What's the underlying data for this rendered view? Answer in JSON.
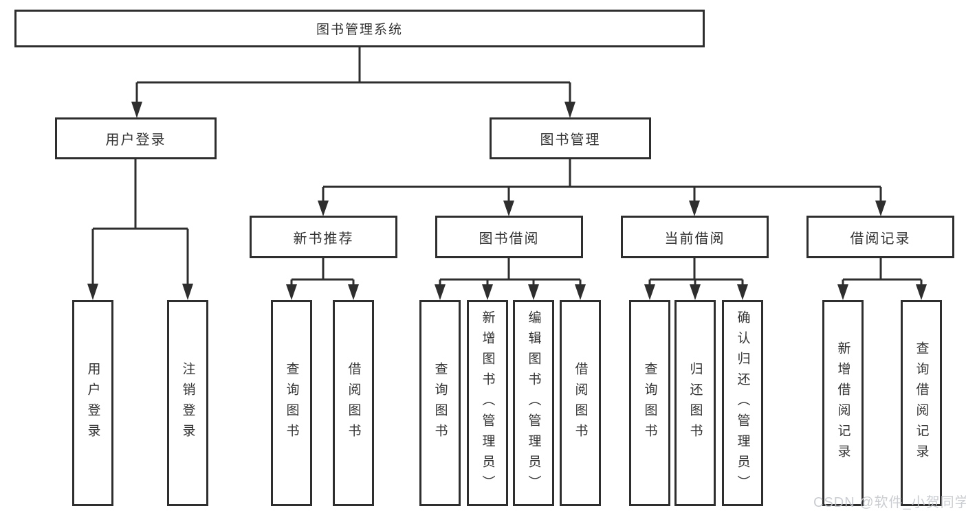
{
  "diagram": {
    "title_node": "图书管理系统",
    "type": "hierarchy-tree",
    "nodes": [
      {
        "id": "root",
        "label": "图书管理系统",
        "parent": null,
        "level": 1
      },
      {
        "id": "user-login",
        "label": "用户登录",
        "parent": "root",
        "level": 2
      },
      {
        "id": "book-mgmt",
        "label": "图书管理",
        "parent": "root",
        "level": 2
      },
      {
        "id": "new-book-rec",
        "label": "新书推荐",
        "parent": "book-mgmt",
        "level": 3
      },
      {
        "id": "book-borrow",
        "label": "图书借阅",
        "parent": "book-mgmt",
        "level": 3
      },
      {
        "id": "current-borrow",
        "label": "当前借阅",
        "parent": "book-mgmt",
        "level": 3
      },
      {
        "id": "borrow-records",
        "label": "借阅记录",
        "parent": "book-mgmt",
        "level": 3
      },
      {
        "id": "leaf-user-login",
        "label": "用户登录",
        "parent": "user-login",
        "level": 4
      },
      {
        "id": "leaf-logout",
        "label": "注销登录",
        "parent": "user-login",
        "level": 4
      },
      {
        "id": "rec-query",
        "label": "查询图书",
        "parent": "new-book-rec",
        "level": 4
      },
      {
        "id": "rec-borrow",
        "label": "借阅图书",
        "parent": "new-book-rec",
        "level": 4
      },
      {
        "id": "bor-query",
        "label": "查询图书",
        "parent": "book-borrow",
        "level": 4
      },
      {
        "id": "bor-add",
        "label": "新增图书（管理员）",
        "parent": "book-borrow",
        "level": 4
      },
      {
        "id": "bor-edit",
        "label": "编辑图书（管理员）",
        "parent": "book-borrow",
        "level": 4
      },
      {
        "id": "bor-borrow",
        "label": "借阅图书",
        "parent": "book-borrow",
        "level": 4
      },
      {
        "id": "cur-query",
        "label": "查询图书",
        "parent": "current-borrow",
        "level": 4
      },
      {
        "id": "cur-return",
        "label": "归还图书",
        "parent": "current-borrow",
        "level": 4
      },
      {
        "id": "cur-confirm",
        "label": "确认归还（管理员）",
        "parent": "current-borrow",
        "level": 4
      },
      {
        "id": "records-add",
        "label": "新增借阅记录",
        "parent": "borrow-records",
        "level": 4
      },
      {
        "id": "records-query",
        "label": "查询借阅记录",
        "parent": "borrow-records",
        "level": 4
      }
    ]
  },
  "watermark": {
    "text": "CSDN @软件_小贺同学"
  },
  "colors": {
    "background": "#ffffff",
    "box_fill": "#ffffff",
    "box_border": "#2e2e2e",
    "line": "#2e2e2e",
    "text": "#333333",
    "watermark": "#c5c8cd"
  }
}
